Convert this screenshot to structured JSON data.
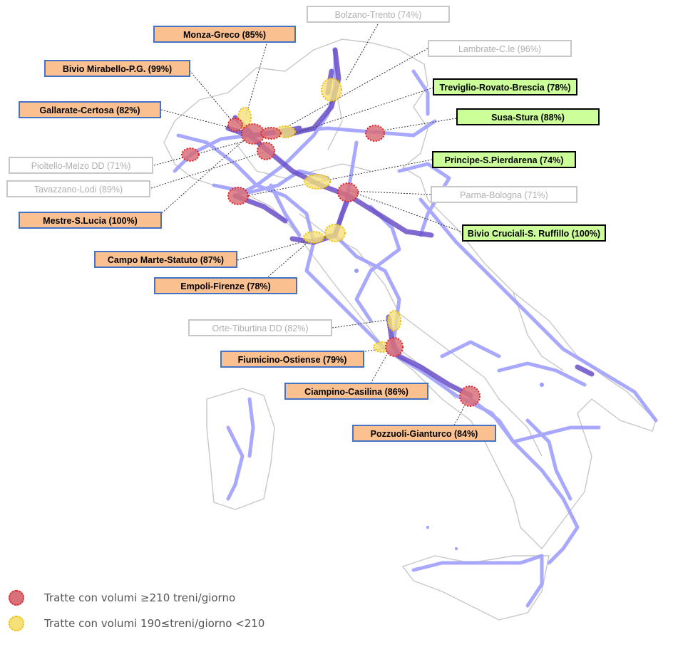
{
  "labels": {
    "bolzano": "Bolzano-Trento (74%)",
    "monza": "Monza-Greco (85%)",
    "lambrate": "Lambrate-C.le (96%)",
    "mirabello": "Bivio Mirabello-P.G. (99%)",
    "treviglio": "Treviglio-Rovato-Brescia (78%)",
    "gallarate": "Gallarate-Certosa (82%)",
    "susa": "Susa-Stura   (88%)",
    "pioltello": "Pioltello-Melzo DD (71%)",
    "principe": "Principe-S.Pierdarena (74%)",
    "tavazzano": "Tavazzano-Lodi (89%)",
    "parma": "Parma-Bologna (71%)",
    "mestre": "Mestre-S.Lucia (100%)",
    "cruciali": "Bivio Cruciali-S. Ruffillo (100%)",
    "campo": "Campo Marte-Statuto (87%)",
    "empoli": "Empoli-Firenze  (78%)",
    "orte": "Orte-Tiburtina DD (82%)",
    "fiumicino": "Fiumicino-Ostiense (79%)",
    "ciampino": "Ciampino-Casilina (86%)",
    "pozzuoli": "Pozzuoli-Gianturco (84%)"
  },
  "legend": {
    "red": "Tratte con volumi ≥210 treni/giorno",
    "yellow": "Tratte con volumi 190≤treni/giorno <210"
  },
  "colors": {
    "red_fill": "#d9707a",
    "red_border": "#e02020",
    "yellow_fill": "#f5e07a",
    "yellow_border": "#f0c000",
    "line_light": "#9a9aff",
    "line_dark": "#6a50c8",
    "orange_box": "#fac090",
    "green_box": "#ccff99"
  }
}
